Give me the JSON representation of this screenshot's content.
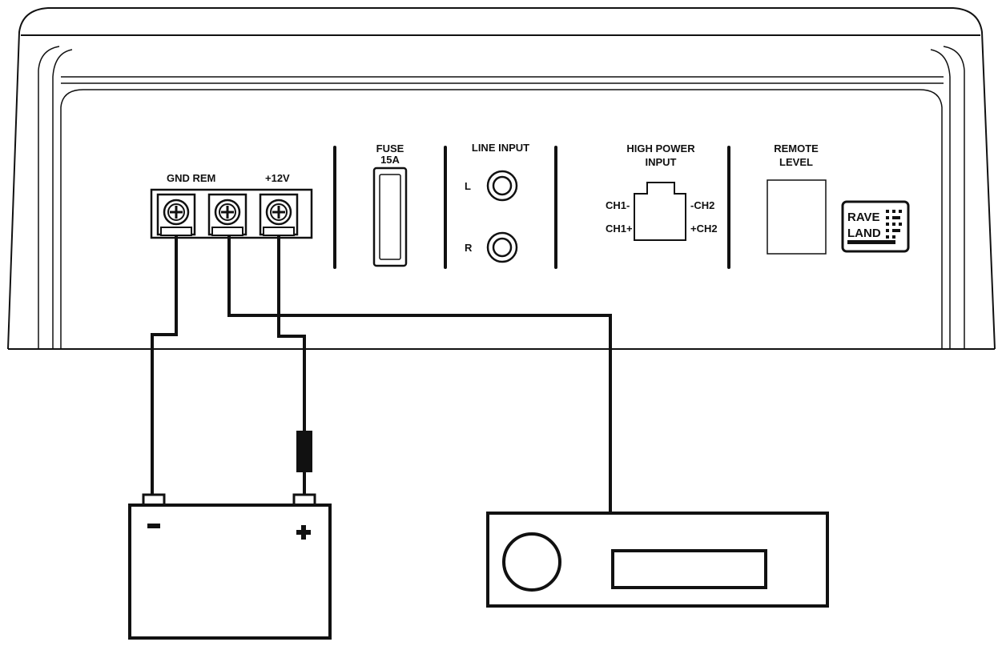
{
  "terminals": {
    "gnd_rem": "GND REM",
    "plus12v": "+12V"
  },
  "fuse": {
    "line1": "FUSE",
    "line2": "15A"
  },
  "line_input": {
    "title": "LINE INPUT",
    "left": "L",
    "right": "R"
  },
  "high_power": {
    "line1": "HIGH POWER",
    "line2": "INPUT",
    "ch1_minus": "CH1-",
    "ch1_plus": "CH1+",
    "ch2_minus": "-CH2",
    "ch2_plus": "+CH2"
  },
  "remote": {
    "line1": "REMOTE",
    "line2": "LEVEL"
  },
  "logo": {
    "top": "RAVE",
    "bottom": "LAND"
  },
  "battery": {
    "minus": "-",
    "plus": "+"
  },
  "colors": {
    "ink": "#111111",
    "background": "#ffffff"
  }
}
